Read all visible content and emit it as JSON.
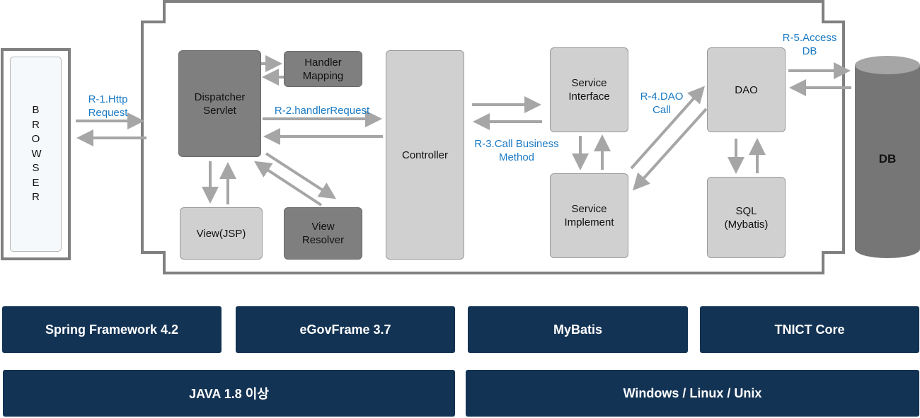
{
  "browser": {
    "label": "BROWSER"
  },
  "components": {
    "dispatcher": "Dispatcher\nServlet",
    "handler_mapping": "Handler\nMapping",
    "view_jsp": "View(JSP)",
    "view_resolver": "View\nResolver",
    "controller": "Controller",
    "service_interface": "Service\nInterface",
    "service_implement": "Service\nImplement",
    "dao": "DAO",
    "sql": "SQL\n(Mybatis)",
    "db": "DB"
  },
  "flow_labels": {
    "r1": "R-1.Http\nRequest",
    "r2": "R-2.handlerRequest",
    "r3": "R-3.Call Business\nMethod",
    "r4": "R-4.DAO\nCall",
    "r5": "R-5.Access\nDB"
  },
  "stack": {
    "row1": [
      "Spring Framework 4.2",
      "eGovFrame 3.7",
      "MyBatis",
      "TNICT Core"
    ],
    "row2": [
      "JAVA 1.8 이상",
      "Windows / Linux / Unix"
    ]
  },
  "colors": {
    "flow_label": "#1a7ac4",
    "tile_bg": "#133354",
    "dark_box": "#7f7f7f",
    "light_box": "#d0d0d0",
    "arrow": "#a6a6a6",
    "frame": "#808080"
  }
}
